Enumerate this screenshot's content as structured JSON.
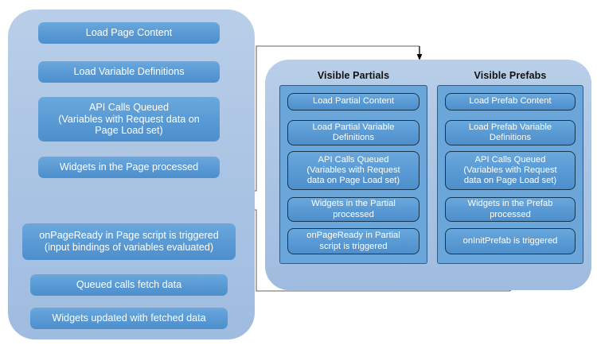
{
  "diagram": {
    "title": "Page and Partial/Prefab load lifecycle flowchart",
    "colors": {
      "panel_fill": "#a9c3e3",
      "node_fill": "#5b9bd5",
      "subgroup_fill": "#6aa6da",
      "node_border": "#16354f",
      "node_text": "#ffffff",
      "group_title_text": "#111111",
      "connector": "#808080",
      "arrow": "#000000"
    }
  },
  "page_flow": {
    "nodes": [
      {
        "id": "load-page-content",
        "label": "Load Page Content"
      },
      {
        "id": "load-variable-definitions",
        "label": "Load Variable Definitions"
      },
      {
        "id": "api-calls-queued",
        "label": "API Calls Queued\n(Variables with Request data on\nPage Load set)"
      },
      {
        "id": "widgets-in-page-processed",
        "label": "Widgets in the Page processed"
      },
      {
        "id": "onpageready-page-script",
        "label": "onPageReady in Page script is triggered\n(input bindings of variables evaluated)"
      },
      {
        "id": "queued-calls-fetch-data",
        "label": "Queued calls fetch data"
      },
      {
        "id": "widgets-updated-fetched-data",
        "label": "Widgets updated with fetched data"
      }
    ]
  },
  "partials_group": {
    "title": "Visible Partials",
    "nodes": [
      {
        "id": "load-partial-content",
        "label": "Load Partial Content"
      },
      {
        "id": "load-partial-variable-definitions",
        "label": "Load Partial Variable\nDefinitions"
      },
      {
        "id": "partial-api-calls-queued",
        "label": "API Calls Queued\n(Variables with Request\ndata on Page Load set)"
      },
      {
        "id": "widgets-in-partial-processed",
        "label": "Widgets in the Partial\nprocessed"
      },
      {
        "id": "onpageready-partial-script",
        "label": "onPageReady in Partial\nscript  is triggered"
      }
    ]
  },
  "prefabs_group": {
    "title": "Visible Prefabs",
    "nodes": [
      {
        "id": "load-prefab-content",
        "label": "Load Prefab Content"
      },
      {
        "id": "load-prefab-variable-definitions",
        "label": "Load Prefab Variable\nDefinitions"
      },
      {
        "id": "prefab-api-calls-queued",
        "label": "API Calls Queued\n(Variables with Request\ndata on Page Load set)"
      },
      {
        "id": "widgets-in-prefab-processed",
        "label": "Widgets in the Prefab\nprocessed"
      },
      {
        "id": "oninitprefab-triggered",
        "label": "onInitPrefab is triggered"
      }
    ]
  },
  "connectors": {
    "forward_into_groups": "Widgets in the Page processed -> Visible Partials / Visible Prefabs",
    "return_from_groups": "onPageReady in Partial script / onInitPrefab -> onPageReady in Page script"
  }
}
